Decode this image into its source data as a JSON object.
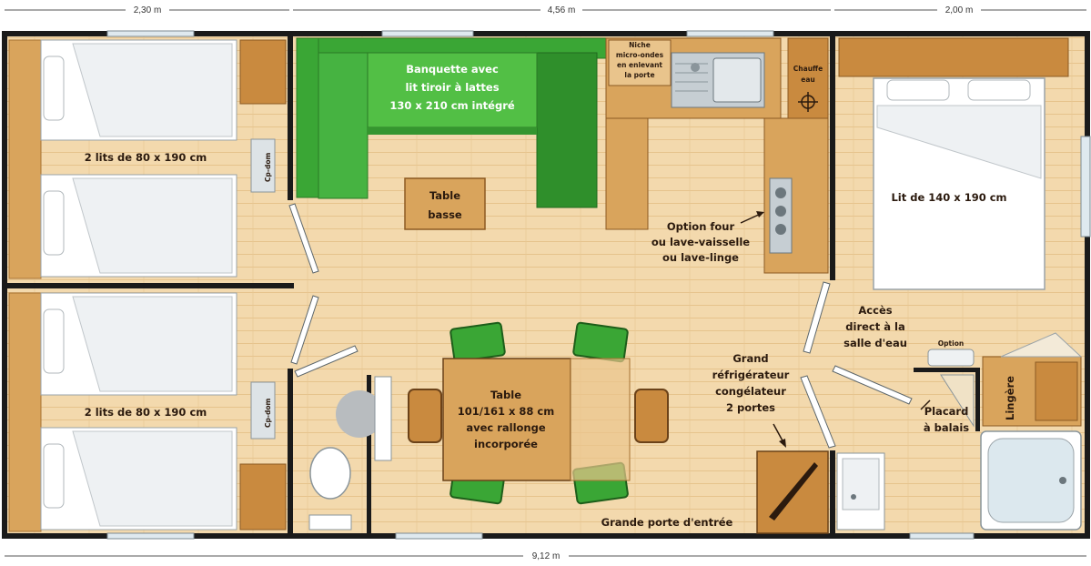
{
  "dimensions": {
    "left_width": "2,30 m",
    "center_width": "4,56 m",
    "right_width": "2,00 m",
    "total_length": "9,12 m"
  },
  "rooms": {
    "bedroom_top": {
      "beds": "2 lits de 80 x 190 cm",
      "closet": "Cp-dom"
    },
    "bedroom_bottom": {
      "beds": "2 lits de 80 x 190 cm",
      "closet": "Cp-dom"
    },
    "master": {
      "bed": "Lit de 140 x 190 cm"
    }
  },
  "living": {
    "banquette": [
      "Banquette avec",
      "lit tiroir à lattes",
      "130 x 210 cm intégré"
    ],
    "coffee_table": [
      "Table",
      "basse"
    ],
    "dining_table": [
      "Table",
      "101/161 x 88 cm",
      "avec rallonge",
      "incorporée"
    ],
    "entrance": "Grande porte d'entrée"
  },
  "kitchen": {
    "microwave": [
      "Niche",
      "micro-ondes",
      "en enlevant",
      "la porte"
    ],
    "water_heater": [
      "Chauffe",
      "eau"
    ],
    "oven_option": [
      "Option four",
      "ou lave-vaisselle",
      "ou lave-linge"
    ],
    "fridge": [
      "Grand",
      "réfrigérateur",
      "congélateur",
      "2 portes"
    ]
  },
  "bathroom": {
    "access": [
      "Accès",
      "direct à la",
      "salle d'eau"
    ],
    "option": "Option",
    "broom_closet": [
      "Placard",
      "à balais"
    ],
    "linen": "Lingère"
  },
  "colors": {
    "floor": "#f3d9ad",
    "wood": "#d9a45c",
    "green": "#3aa635",
    "wall": "#1a1a1a"
  }
}
